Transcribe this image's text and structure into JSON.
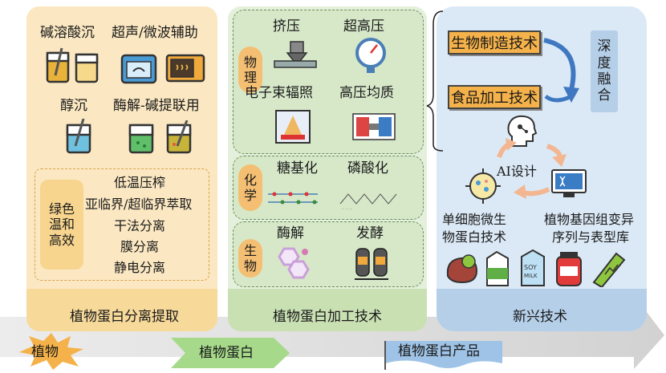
{
  "extraction": {
    "methods": [
      "碱溶酸沉",
      "超声/微波辅助",
      "醇沉",
      "酶解-碱提联用"
    ],
    "green_label": [
      "绿色",
      "温和",
      "高效"
    ],
    "green_methods": [
      "低温压榨",
      "亚临界/超临界萃取",
      "干法分离",
      "膜分离",
      "静电分离"
    ],
    "footer": "植物蛋白分离提取"
  },
  "processing": {
    "physical": {
      "tag": [
        "物",
        "理"
      ],
      "items": [
        "挤压",
        "超高压",
        "电子束辐照",
        "高压均质"
      ]
    },
    "chemical": {
      "tag": [
        "化",
        "学"
      ],
      "items": [
        "糖基化",
        "磷酸化"
      ]
    },
    "biological": {
      "tag": [
        "生",
        "物"
      ],
      "items": [
        "酶解",
        "发酵"
      ]
    },
    "footer": "植物蛋白加工技术"
  },
  "emerging": {
    "bio_manufacturing": "生物制造技术",
    "food_processing": "食品加工技术",
    "deep_fusion": [
      "深",
      "度",
      "融",
      "合"
    ],
    "ai_design": "AI设计",
    "single_cell": [
      "单细胞微生",
      "物蛋白技术"
    ],
    "genome": [
      "植物基因组变异",
      "序列与表型库"
    ],
    "footer": "新兴技术"
  },
  "timeline": {
    "stage1": "植物",
    "stage2": "植物蛋白",
    "stage3": "植物蛋白产品"
  },
  "colors": {
    "extract_bg": "#fbe8c2",
    "process_bg": "#e4f0dc",
    "new_bg": "#dbe9f6",
    "orange": "#f5b24a",
    "green_arrow": "#a6d98a",
    "blue_arrow": "#9fc3e6"
  }
}
